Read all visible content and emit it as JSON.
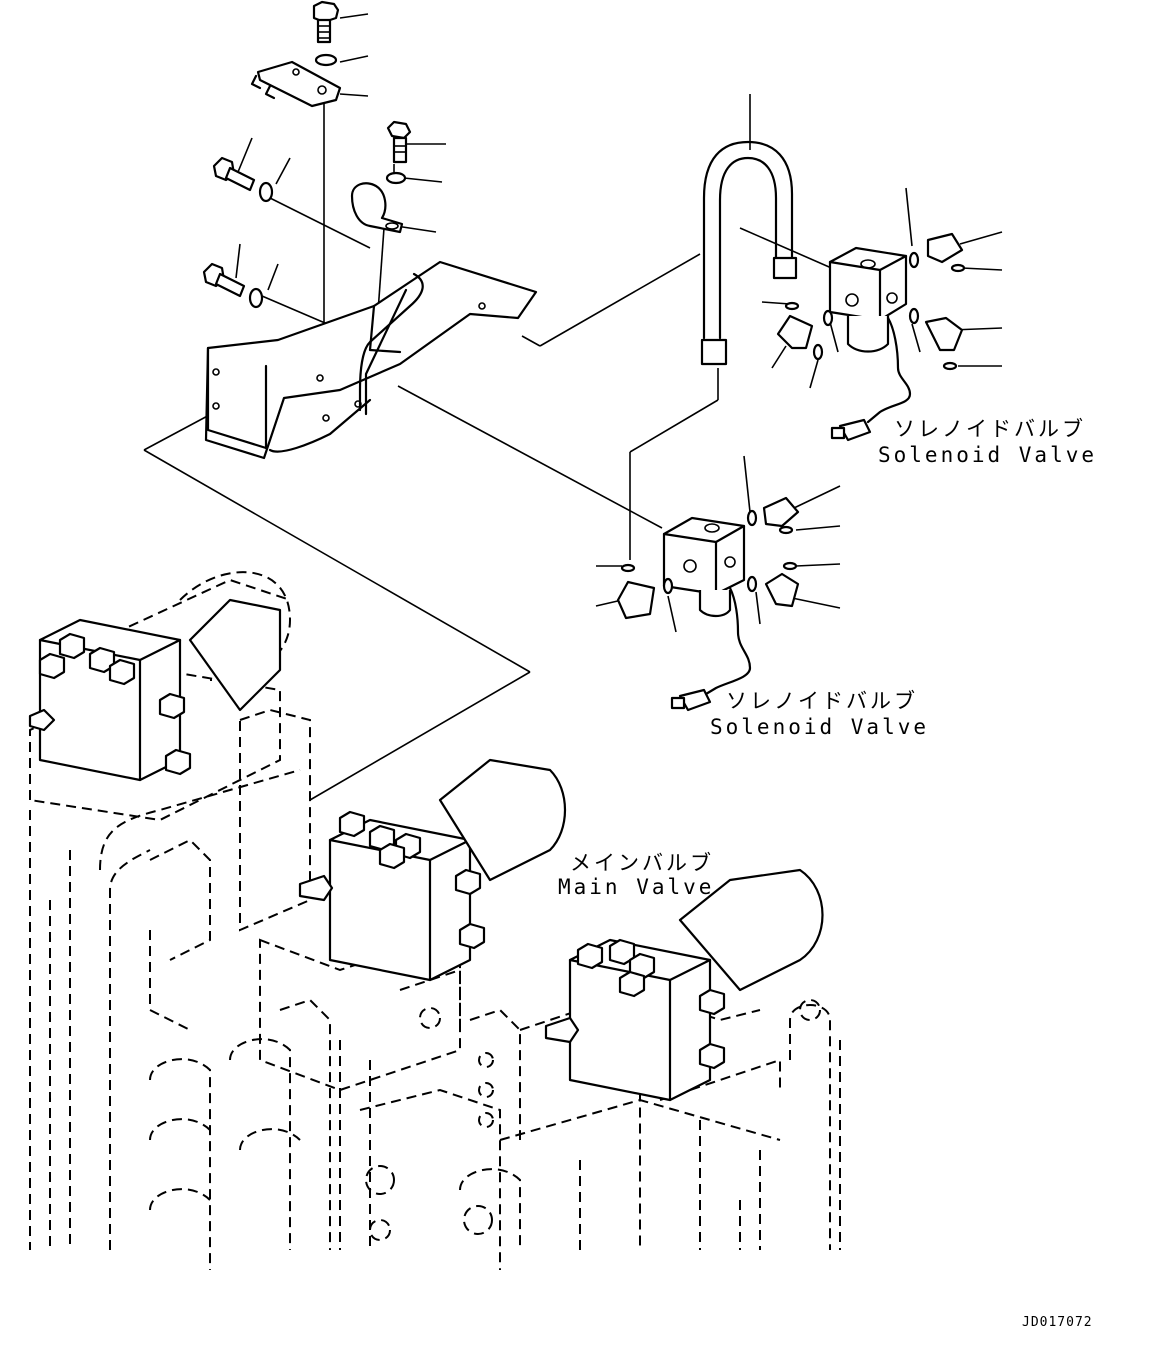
{
  "labels": {
    "solenoid_valve_upper_jp": "ソレノイドバルブ",
    "solenoid_valve_upper_en": "Solenoid Valve",
    "solenoid_valve_lower_jp": "ソレノイドバルブ",
    "solenoid_valve_lower_en": "Solenoid Valve",
    "main_valve_jp": "メインバルブ",
    "main_valve_en": "Main Valve"
  },
  "drawing_code": "JD017072"
}
